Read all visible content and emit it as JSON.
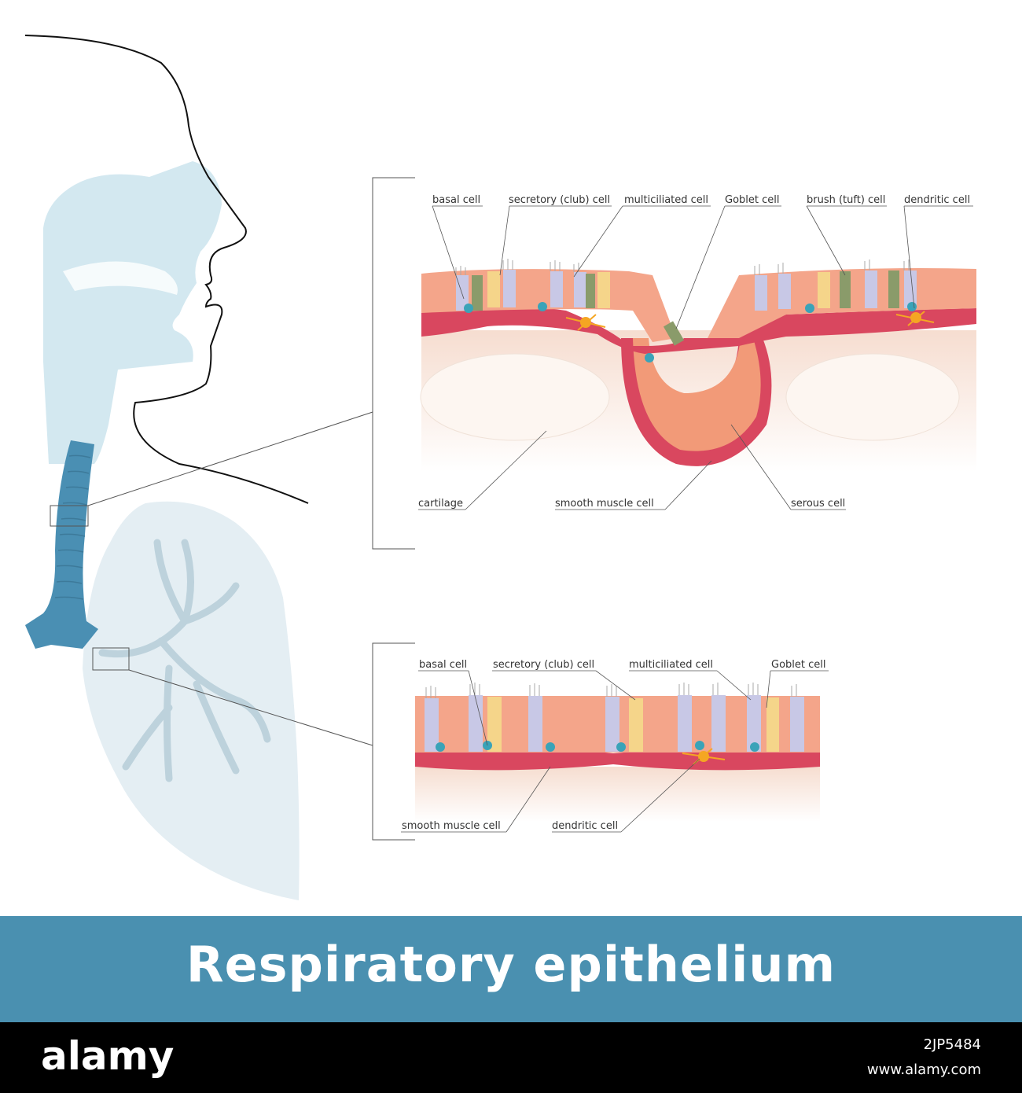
{
  "title": "Respiratory epithelium",
  "upper_panel": {
    "labels": {
      "basal": "basal cell",
      "secretory": "secretory (club) cell",
      "multiciliated": "multiciliated cell",
      "goblet": "Goblet cell",
      "brush": "brush (tuft) cell",
      "dendritic": "dendritic cell",
      "cartilage": "cartilage",
      "smooth_muscle": "smooth muscle cell",
      "serous": "serous cell"
    }
  },
  "lower_panel": {
    "labels": {
      "basal": "basal cell",
      "secretory": "secretory (club) cell",
      "multiciliated": "multiciliated cell",
      "goblet": "Goblet cell",
      "smooth_muscle": "smooth muscle cell",
      "dendritic": "dendritic cell"
    }
  },
  "footer": {
    "brand": "alamy",
    "image_id": "2JP5484",
    "url": "www.alamy.com"
  },
  "colors": {
    "trachea": "#4a8fb3",
    "airway_light": "#d3e8f0",
    "lung": "#e4eef3",
    "muscle": "#d9475f",
    "title_band": "#4a90b0"
  }
}
